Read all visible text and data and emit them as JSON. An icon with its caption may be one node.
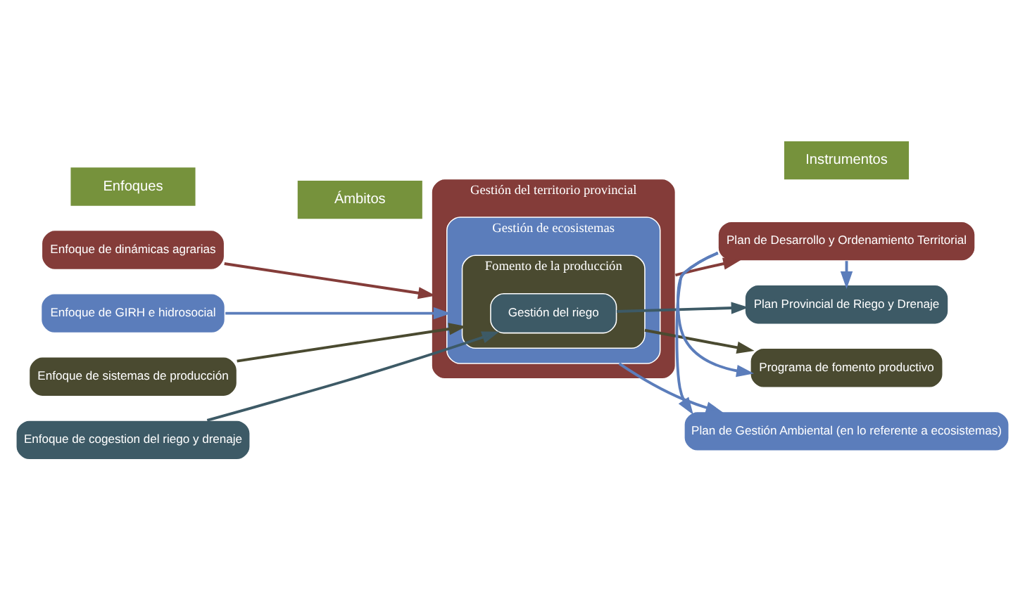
{
  "diagram": {
    "nodes": [
      {
        "text": [
          "Enfoques"
        ]
      },
      {
        "text": [
          "Ámbitos"
        ]
      },
      {
        "text": [
          "Instrumentos"
        ]
      },
      {
        "text": [
          "Enfoque de dinámicas agrarias"
        ]
      },
      {
        "text": [
          "Gestión del territorio provincial"
        ]
      },
      {
        "text": [
          "Plan de Desarrollo y Ordenamiento Territorial"
        ]
      },
      {
        "text": [
          "Enfoque de GIRH e hidrosocial"
        ]
      },
      {
        "text": [
          "Gestión de ecosistemas"
        ],
        "in": 4
      },
      {
        "text": [
          "Plan de Gestión Ambiental (en lo referente a ecosistemas)"
        ]
      },
      {
        "text": [
          "Enfoque de sistemas de producción"
        ]
      },
      {
        "text": [
          "Fomento de la producción"
        ],
        "in": 7
      },
      {
        "text": [
          "Programa de fomento productivo"
        ]
      },
      {
        "text": [
          "Enfoque de cogestion del riego y drenaje"
        ]
      },
      {
        "text": [
          "Gestión del riego"
        ],
        "in": 10
      },
      {
        "text": [
          "Plan Provincial de Riego y Drenaje"
        ]
      }
    ],
    "edges": [
      {
        "from": 3,
        "to": 4,
        "arrow": "to",
        "color": "#843c39"
      },
      {
        "from": 4,
        "to": 5,
        "arrow": "to",
        "color": "#843c39"
      },
      {
        "from": 6,
        "to": 7,
        "arrow": "to",
        "color": "#5b7dbb"
      },
      {
        "from": 7,
        "to": 8,
        "arrow": "to",
        "color": "#5b7dbb"
      },
      {
        "from": 9,
        "to": 10,
        "arrow": "to",
        "color": "#4a4a30"
      },
      {
        "from": 10,
        "to": 11,
        "arrow": "to",
        "color": "#4a4a30"
      },
      {
        "from": 12,
        "to": 13,
        "arrow": "to",
        "color": "#3d5a66"
      },
      {
        "from": 13,
        "to": 14,
        "arrow": "to",
        "color": "#3d5a66"
      },
      {
        "from": 5,
        "to": 8,
        "arrow": "to",
        "color": "#5b7dbb"
      },
      {
        "from": 5,
        "to": 11,
        "arrow": "to",
        "color": "#5b7dbb"
      },
      {
        "from": 5,
        "to": 14,
        "arrow": "to",
        "color": "#5b7dbb"
      }
    ]
  }
}
